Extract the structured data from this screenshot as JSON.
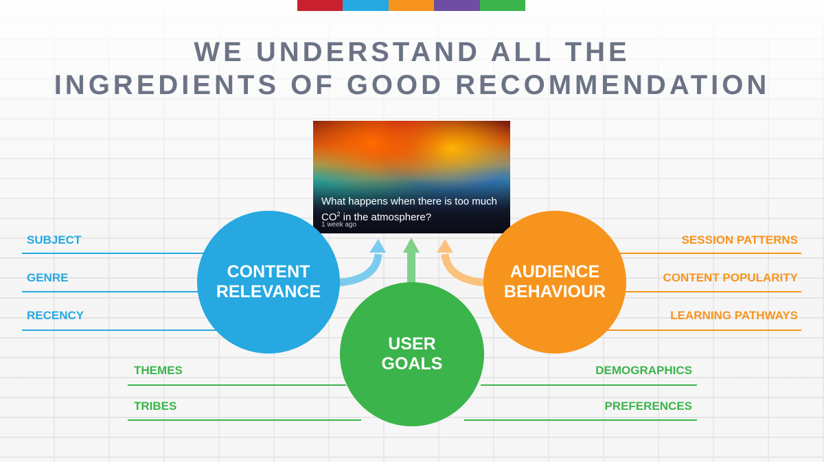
{
  "colors": {
    "bar": [
      "#c8202f",
      "#27a8e0",
      "#f7941d",
      "#6d4ea2",
      "#3bb44b"
    ],
    "content": "#27a8e0",
    "audience": "#f7941d",
    "user": "#3bb44b",
    "headline": "#6b7385"
  },
  "headline": {
    "line1": "WE UNDERSTAND ALL THE",
    "line2": "INGREDIENTS OF GOOD RECOMMENDATION"
  },
  "video": {
    "title_pre": "What happens when there is too much CO",
    "title_sup": "2",
    "title_post": " in the atmosphere?",
    "meta": "1 week ago"
  },
  "circles": {
    "content": {
      "line1": "CONTENT",
      "line2": "RELEVANCE"
    },
    "audience": {
      "line1": "AUDIENCE",
      "line2": "BEHAVIOUR"
    },
    "user": {
      "line1": "USER",
      "line2": "GOALS"
    }
  },
  "content_factors": [
    "SUBJECT",
    "GENRE",
    "RECENCY"
  ],
  "audience_factors": [
    "SESSION PATTERNS",
    "CONTENT POPULARITY",
    "LEARNING PATHWAYS"
  ],
  "user_factors_left": [
    "THEMES",
    "TRIBES"
  ],
  "user_factors_right": [
    "DEMOGRAPHICS",
    "PREFERENCES"
  ]
}
